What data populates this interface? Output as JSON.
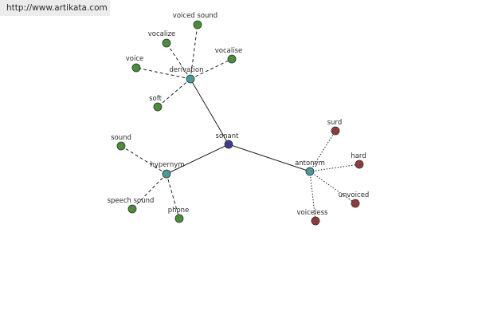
{
  "url": "http://www.artikata.com",
  "colors": {
    "root": "#3c3c8c",
    "relation": "#4a9a9a",
    "related": "#4d8c3a",
    "antonym": "#8c3c3c"
  },
  "nodes": [
    {
      "id": "sonant",
      "label": "sonant",
      "kind": "root"
    },
    {
      "id": "derivation",
      "label": "derivation",
      "kind": "relation"
    },
    {
      "id": "hypernym",
      "label": "hypernym",
      "kind": "relation"
    },
    {
      "id": "antonym",
      "label": "antonym",
      "kind": "relation"
    },
    {
      "id": "voiced_sound",
      "label": "voiced sound",
      "kind": "related"
    },
    {
      "id": "vocalize",
      "label": "vocalize",
      "kind": "related"
    },
    {
      "id": "vocalise",
      "label": "vocalise",
      "kind": "related"
    },
    {
      "id": "voice",
      "label": "voice",
      "kind": "related"
    },
    {
      "id": "soft",
      "label": "soft",
      "kind": "related"
    },
    {
      "id": "sound",
      "label": "sound",
      "kind": "related"
    },
    {
      "id": "speech_sound",
      "label": "speech sound",
      "kind": "related"
    },
    {
      "id": "phone",
      "label": "phone",
      "kind": "related"
    },
    {
      "id": "surd",
      "label": "surd",
      "kind": "antonym"
    },
    {
      "id": "hard",
      "label": "hard",
      "kind": "antonym"
    },
    {
      "id": "unvoiced",
      "label": "unvoiced",
      "kind": "antonym"
    },
    {
      "id": "voiceless",
      "label": "voiceless",
      "kind": "antonym"
    }
  ],
  "edges": [
    {
      "from": "sonant",
      "to": "derivation",
      "style": "solid"
    },
    {
      "from": "sonant",
      "to": "hypernym",
      "style": "solid"
    },
    {
      "from": "sonant",
      "to": "antonym",
      "style": "solid"
    },
    {
      "from": "derivation",
      "to": "voiced_sound",
      "style": "dashed"
    },
    {
      "from": "derivation",
      "to": "vocalize",
      "style": "dashed"
    },
    {
      "from": "derivation",
      "to": "vocalise",
      "style": "dashed"
    },
    {
      "from": "derivation",
      "to": "voice",
      "style": "dashed"
    },
    {
      "from": "derivation",
      "to": "soft",
      "style": "dashed"
    },
    {
      "from": "hypernym",
      "to": "sound",
      "style": "dashed"
    },
    {
      "from": "hypernym",
      "to": "speech_sound",
      "style": "dashed"
    },
    {
      "from": "hypernym",
      "to": "phone",
      "style": "dashed"
    },
    {
      "from": "antonym",
      "to": "surd",
      "style": "dotted"
    },
    {
      "from": "antonym",
      "to": "hard",
      "style": "dotted"
    },
    {
      "from": "antonym",
      "to": "unvoiced",
      "style": "dotted"
    },
    {
      "from": "antonym",
      "to": "voiceless",
      "style": "dotted"
    }
  ]
}
